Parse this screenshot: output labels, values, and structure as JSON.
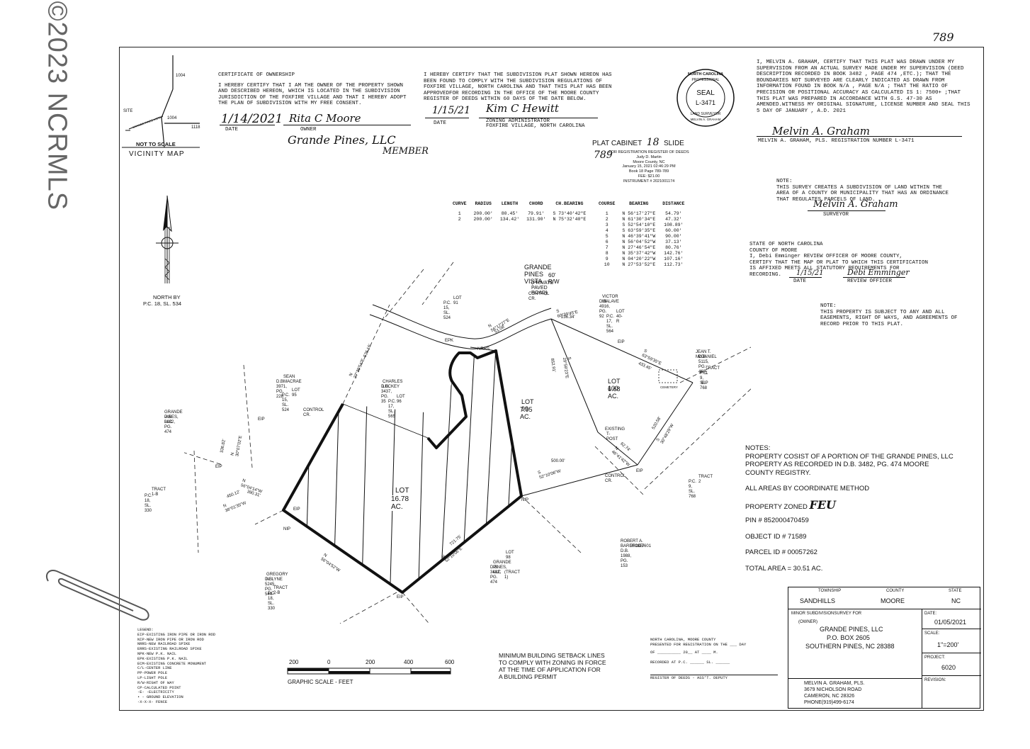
{
  "watermark": "©2023 NCRMLS",
  "page_number": "789",
  "vicinity_map": {
    "site_label": "SITE",
    "road_1004_a": "1004",
    "road_1004_b": "1004",
    "road_1118": "1118",
    "road_name": "GRANDE PINES VISTA",
    "not_to_scale": "NOT TO SCALE",
    "title": "VICINITY MAP"
  },
  "ownership": {
    "title": "CERTIFICATE OF OWNERSHIP",
    "text": "I HEREBY CERTIFY THAT I AM THE OWNER OF THE PROPERTY SHOWN AND DESCRIBED HEREON, WHICH IS LOCATED IN THE SUBDIVISION JURISDICTION OF THE FOXFIRE VILLAGE AND THAT I HEREBY ADOPT THE PLAN OF SUBDIVISION WITH MY FREE CONSENT.",
    "date_hand": "1/14/2021",
    "signature": "Rita C Moore",
    "date_label": "DATE",
    "owner_label": "OWNER",
    "owner_hand": "Grande Pines, LLC",
    "member_hand": "MEMBER"
  },
  "zoning": {
    "text": "I HEREBY CERTIFY THAT THE SUBDIVISION PLAT SHOWN HEREON HAS BEEN FOUND TO COMPLY WITH THE SUBDIVISION REGULATIONS OF FOXFIRE VILLAGE, NORTH CAROLINA AND THAT THIS PLAT HAS BEEN APPROVEDFOR RECORDING IN THE OFFICE OF THE MOORE COUNTY REGISTER OF DEEDS WITHIN 60 DAYS OF THE DATE BELOW.",
    "date_hand": "1/15/21",
    "signature": "Kim C Hewitt",
    "date_label": "DATE",
    "admin_label": "ZONING ADMINISTRATOR",
    "admin_place": "FOXFIRE VILLAGE, NORTH CAROLINA"
  },
  "seal": {
    "top": "NORTH CAROLINA",
    "ring": "PROFESSIONAL",
    "center": "SEAL",
    "number": "L-3471",
    "bottom": "LAND SURVEYOR",
    "name": "MELVIN A. GRAHAM"
  },
  "surveyor_cert": {
    "text": "I, MELVIN A. GRAHAM, CERTIFY THAT THIS PLAT WAS DRAWN UNDER MY SUPERVISION FROM AN ACTUAL SURVEY MADE UNDER MY SUPERVISION (DEED DESCRIPTION RECORDED IN BOOK 3482 , PAGE 474 ,ETC.); THAT THE BOUNDARIES NOT SURVEYED ARE CLEARLY INDICATED AS DRAWN FROM INFORMATION FOUND IN BOOK N/A , PAGE N/A ; THAT THE RATIO OF PRECISION OR POSITIONAL ACCURACY AS CALCULATED IS 1: 7500+ ;THAT THIS PLAT WAS PREPARED IN ACCORDANCE WITH G.S. 47-30 AS AMENDED.WITNESS MY ORIGINAL SIGNATURE, LICENSE NUMBER AND SEAL THIS 5 DAY OF JANUARY , A.D. 2021",
    "signature": "Melvin A. Graham",
    "name_line": "MELVIN A. GRAHAM, PLS.    REGISTRATION NUMBER L-3471"
  },
  "plat_cabinet": {
    "label_prefix": "PLAT CABINET",
    "cabinet_hand": "18",
    "slide_label": "SLIDE",
    "slide_hand": "789",
    "recording": [
      "FOR REGISTRATION REGISTER OF DEEDS",
      "Judy D. Martin",
      "Moore County, NC",
      "January 15, 2021 02:46:29 PM",
      "Book 18 Page 789-789",
      "FEE: $21.00",
      "INSTRUMENT # 2021001174"
    ]
  },
  "subdivision_note": {
    "title": "NOTE:",
    "text": "THIS SURVEY CREATES A SUBDIVISION OF LAND WITHIN THE AREA OF A COUNTY OR MUNICIPALITY THAT HAS AN ORDINANCE THAT REGULATES PARCELS OF LAND.",
    "signature": "Melvin A. Graham",
    "label": "SURVEYOR"
  },
  "curve_table": {
    "headers": [
      "CURVE",
      "RADIUS",
      "LENGTH",
      "CHORD",
      "CH.BEARING"
    ],
    "rows": [
      [
        "1",
        "200.00'",
        "80.45'",
        "79.91'",
        "S 73°40'42\"E"
      ],
      [
        "2",
        "200.00'",
        "134.42'",
        "131.90'",
        "N 75°32'40\"E"
      ]
    ]
  },
  "line_table": {
    "headers": [
      "COURSE",
      "BEARING",
      "DISTANCE"
    ],
    "rows": [
      [
        "1",
        "N 56°17'27\"E",
        "54.79'"
      ],
      [
        "2",
        "N 61°30'34\"E",
        "47.32'"
      ],
      [
        "3",
        "S 52°54'10\"E",
        "108.89'"
      ],
      [
        "4",
        "S 63°59'35\"E",
        "60.00'"
      ],
      [
        "5",
        "N 46°39'41\"W",
        "90.00'"
      ],
      [
        "6",
        "N 56°04'52\"W",
        "37.13'"
      ],
      [
        "7",
        "N 27°46'54\"E",
        "80.76'"
      ],
      [
        "8",
        "N 35°37'42\"W",
        "142.76'"
      ],
      [
        "9",
        "N 04°20'22\"W",
        "107.16'"
      ],
      [
        "10",
        "N 27°53'52\"E",
        "112.73'"
      ]
    ]
  },
  "review": {
    "state": "STATE OF NORTH CAROLINA",
    "county": "COUNTY OF  MOORE",
    "line1": "I, Debi Emminger  REVIEW OFFICER OF  MOORE  COUNTY,",
    "line2": "CERTIFY THAT THE MAP OR PLAT TO WHICH THIS CERTIFICATION",
    "line3": "IS AFFIXED MEETS ALL STATUTORY REQUIREMENTS FOR",
    "line4": "RECORDING.",
    "date_hand": "1/15/21",
    "signature": "Debi Emminger",
    "date_label": "DATE",
    "officer_label": "REVIEW OFFICER"
  },
  "easement_note": {
    "title": "NOTE:",
    "text": "THIS PROPERTY IS SUBJECT TO ANY AND ALL EASEMENTS, RIGHT OF WAYS, AND AGREEMENTS OF RECORD PRIOR TO THIS PLAT."
  },
  "north": {
    "label1": "NORTH BY",
    "label2": "P.C. 18, SL. 534"
  },
  "plan_labels": {
    "road1": "GRANDE PINES VISTA",
    "road2": "60' R/W",
    "road3": "(PRIVATE PAVED ROAD)",
    "control_cr_top": "CONTROL CR.",
    "lot91": "LOT 91",
    "lot91_pc": "P.C. 15, SL. 524",
    "victor": "VICTOR MALAVE",
    "victor_db": "D.B. 4916, PG. 92",
    "lot40r": "LOT 40-R",
    "lot40r_pc": "P.C. 17, SL. 564",
    "jean": "JEAN T. McDANIEL",
    "jean_db": "D.B. 5115, PG. 468",
    "tract1": "TRACT 1",
    "tract1_pc": "P.C. 9, SL. 768",
    "cemetery": "CEMETERY",
    "sean": "SEAN MACRAE",
    "sean_db": "D.B. 3971, PG. 228",
    "lot95": "LOT 95",
    "lot95_pc": "P.C. 15, SL. 524",
    "charles": "CHARLES LUCKEY",
    "charles_db": "D.B. 3437, PG. 35",
    "lot96": "LOT 96",
    "lot96_pc": "P.C. 17, SL. 565",
    "control_cr_left": "CONTROL CR.",
    "lot99": "LOT 99",
    "lot99_ac": "7.05 AC.",
    "lot100": "LOT 100",
    "lot100_ac": "6.68 AC.",
    "grande_left": "GRANDE PINES, LLC",
    "grande_left_db": "D.B. 3482, PG. 474",
    "existing": "EXISTING",
    "tpost": "T-POST",
    "lot97": "LOT 97",
    "lot97_ac": "16.78 AC.",
    "tract1b": "TRACT 1-B",
    "tract1b_pc": "P.C. 18, SL. 330",
    "control_cr_right": "CONTROL CR.",
    "tract2": "TRACT 2",
    "tract2_pc": "P.C. 9, SL. 768",
    "robert": "ROBERT A. BAREFOOT",
    "robert_db1": "2018E/601",
    "robert_db2": "D.B. 1988, PG. 153",
    "lot98": "LOT 98",
    "lot98_owner": "GRANDE PINES, LLC",
    "lot98_db": "D.B. 3482, PG. 474",
    "lot98_tract": "(TRACT 1)",
    "gregory": "GREGORY N. LYNE",
    "gregory_db": "D.B. 5245, PG. 544",
    "tract2b": "TRACT 2-B",
    "tract2b_pc": "P.C. 18, SL. 330",
    "eip": "EIP",
    "nip": "NIP",
    "epk": "EPK",
    "nrrs": "NRRS",
    "dim_cl": "N 56°17'27\"E",
    "dim_cl2": "51.08'",
    "dim_top": "S 60°39'45\"E",
    "dim_top2": "236.34'",
    "dim_lot100": "S 63°59'35\"E",
    "dim_lot100_2": "433.45'",
    "dim_lot100_side": "S 30°48'29\"W",
    "dim_lot100_side2": "520.58'",
    "dim_lot99_east": "S 29°59'23\"E",
    "dim_lot99_east2": "852.91'",
    "dim_ex": "N 46°41'42\"W",
    "dim_ex2": "62.74'",
    "dim_bot": "S 52°10'06\"W",
    "dim_bot2": "500.00'",
    "dim_nw1": "N 27°39'54\"E",
    "dim_nw1_2": "536.16'",
    "dim_w1": "N 30°07'02\"E",
    "dim_w1_2": "336.82'",
    "dim_w2": "N 56°04'14\"W",
    "dim_w2_2": "390.31'",
    "dim_w3": "N 38°01'35\"W",
    "dim_w3_2": "450.12'",
    "dim_sw": "N 56°04'52\"W",
    "dim_se": "N 52°10'06\"E",
    "dim_se2": "721.75'"
  },
  "notes": {
    "title": "NOTES:",
    "line1": "PROPERTY COSIST OF A PORTION OF THE GRANDE PINES, LLC",
    "line2": "PROPERTY AS RECORDED IN D.B. 3482, PG. 474 MOORE",
    "line3": "COUNTY REGISTRY.",
    "coord": "ALL AREAS BY COORDINATE METHOD",
    "zoned_label": "PROPERTY ZONED",
    "zoned_hand": "FEU",
    "pin": "PIN # 852000470459",
    "object": "OBJECT ID # 71589",
    "parcel": "PARCEL ID # 00057262",
    "total": "TOTAL AREA = 30.51 AC."
  },
  "legend": {
    "title": "LEGEND:",
    "items": [
      "EIP-EXISTING IRON PIPE OR IRON ROD",
      "NIP-NEW IRON PIPE OR IRON ROD",
      "NRRS-NEW RAILROAD SPIKE",
      "ERRS-EXISTING RAILROAD SPIKE",
      "NPK-NEW P.K. NAIL",
      "EPK-EXISTING P.K. NAIL",
      "ECM-EXISTING CONCRETE MONUMENT",
      "C/L-CENTER LINE",
      "PP-POWER POLE",
      "LP-LIGHT POLE",
      "R/W-RIGHT OF WAY",
      "CP-CALCULATED POINT",
      "-E- -ELECTRICITY",
      "• - GROUND ELEVATION",
      "-X-X-X- FENCE"
    ]
  },
  "scale_bar": {
    "ticks": [
      "200",
      "0",
      "200",
      "400",
      "600"
    ],
    "label": "GRAPHIC SCALE - FEET"
  },
  "setback": {
    "line1": "MINIMUM BUILDING SETBACK LINES",
    "line2": "TO COMPLY WITH ZONING IN FORCE",
    "line3": "AT THE TIME OF APPLICATION FOR",
    "line4": "A BUILDING PERMIT"
  },
  "registration_block": {
    "line1": "NORTH CAROLINA, MOORE COUNTY",
    "line2": "PRESENTED FOR REGISTRATION ON THE ___ DAY",
    "line3": "OF __________ 20__ AT ____ M.",
    "line4": "RECORDED AT P.C. ______ SL. ______",
    "line5": "REGISTER OF DEEDS - ASS'T. DEPUTY"
  },
  "title_block": {
    "township_label": "TOWNSHIP",
    "township": "SANDHILLS",
    "county_label": "COUNTY",
    "county": "MOORE",
    "state_label": "STATE",
    "state": "NC",
    "survey_for": "MINOR SUBDIVISIONSURVEY FOR",
    "owner_label": "(OWNER)",
    "owner1": "GRANDE PINES, LLC",
    "owner2": "P.O. BOX 2605",
    "owner3": "SOUTHERN PINES, NC 28388",
    "date_label": "DATE:",
    "date": "01/05/2021",
    "scale_label": "SCALE:",
    "scale": "1\"=200'",
    "project_label": "PROJECT:",
    "project": "6020",
    "surveyor1": "MELVIN A. GRAHAM, PLS.",
    "surveyor2": "3679 NICHOLSON ROAD",
    "surveyor3": "CAMERON, NC 28326",
    "surveyor4": "PHONE(919)499-6174",
    "revision_label": "REVISION:"
  }
}
